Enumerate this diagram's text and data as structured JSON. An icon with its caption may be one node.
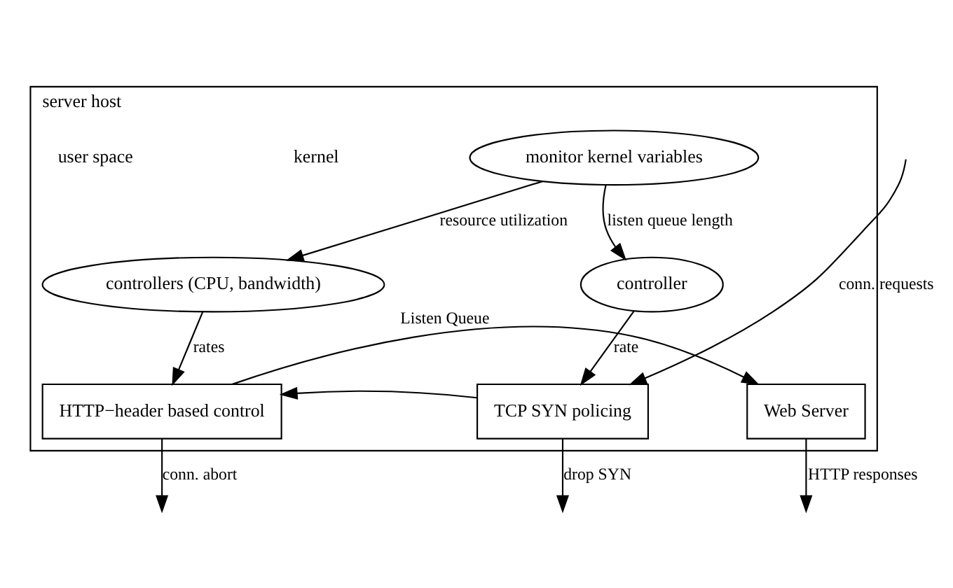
{
  "diagram": {
    "nodes": [
      {
        "text": [
          "server host"
        ]
      },
      {
        "text": [
          "monitor kernel variables"
        ],
        "in": 0
      },
      {
        "text": [
          "controller"
        ],
        "in": 0
      },
      {
        "text": [
          "controllers (CPU, bandwidth)"
        ],
        "in": 0
      },
      {
        "text": [
          "TCP SYN policing"
        ],
        "in": 0
      },
      {
        "text": [
          "HTTP−header based control"
        ],
        "in": 0
      },
      {
        "text": [
          "Web Server"
        ],
        "in": 0
      }
    ],
    "edges": [
      {
        "from": 1,
        "to": 2,
        "arrow": "to",
        "label": "listen queue length"
      },
      {
        "from": 1,
        "to": 3,
        "arrow": "to",
        "label": "resource utilization"
      },
      {
        "from": 2,
        "to": 4,
        "arrow": "to",
        "label": "rate"
      },
      {
        "from": 3,
        "to": 5,
        "arrow": "to",
        "label": "rates"
      },
      {
        "from": null,
        "to": 4,
        "arrow": "to",
        "label": "conn. requests"
      },
      {
        "from": 4,
        "to": 5,
        "arrow": "to"
      },
      {
        "from": 5,
        "to": 6,
        "arrow": "to",
        "label": "Listen Queue"
      },
      {
        "from": 4,
        "to": null,
        "arrow": "to",
        "label": "drop SYN"
      },
      {
        "from": 5,
        "to": null,
        "arrow": "to",
        "label": "conn. abort"
      },
      {
        "from": 6,
        "to": null,
        "arrow": "to",
        "label": "HTTP responses"
      }
    ],
    "labels": [
      "kernel",
      "user space"
    ]
  }
}
